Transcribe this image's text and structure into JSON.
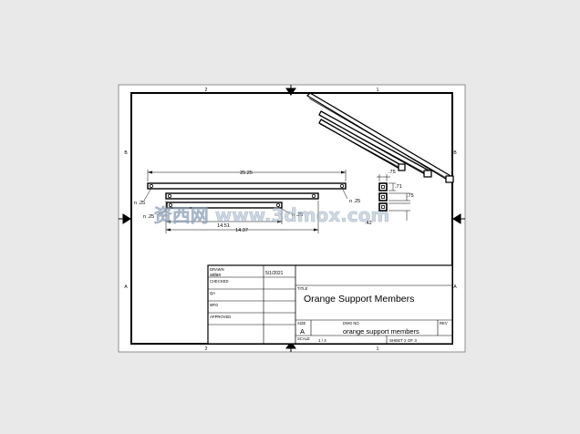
{
  "zones": {
    "top": [
      "2",
      "1"
    ],
    "bottom": [
      "2",
      "1"
    ],
    "left": [
      "B",
      "A"
    ],
    "right": [
      "B",
      "A"
    ]
  },
  "dimensions": {
    "overall": "25.25",
    "upper_bar": "14.51",
    "lower_bar": "14.37",
    "hole_top_right": "n .25",
    "hole_top_left": "n .25",
    "hole_mid_left": "n .25",
    "hole_mid_right": "n .25",
    "sec_top": ".75",
    "sec_a": ".71",
    "sec_b": ".75",
    "sec_c": ".42"
  },
  "title_block": {
    "drawn_label": "DRAWN",
    "drawn_name": "aidan",
    "drawn_date": "5/1/2021",
    "checked_label": "CHECKED",
    "qa_label": "QA",
    "mfg_label": "MFG",
    "approved_label": "APPROVED",
    "title_label": "TITLE",
    "title": "Orange Support Members",
    "size_label": "SIZE",
    "size_value": "A",
    "dwg_label": "DWG NO",
    "dwg_value": "orange support members",
    "rev_label": "REV",
    "scale_label": "SCALE",
    "scale_value": "1 / 4",
    "sheet_value": "SHEET 2 OF 3"
  },
  "watermark": "资西网 www.3dmox.com"
}
